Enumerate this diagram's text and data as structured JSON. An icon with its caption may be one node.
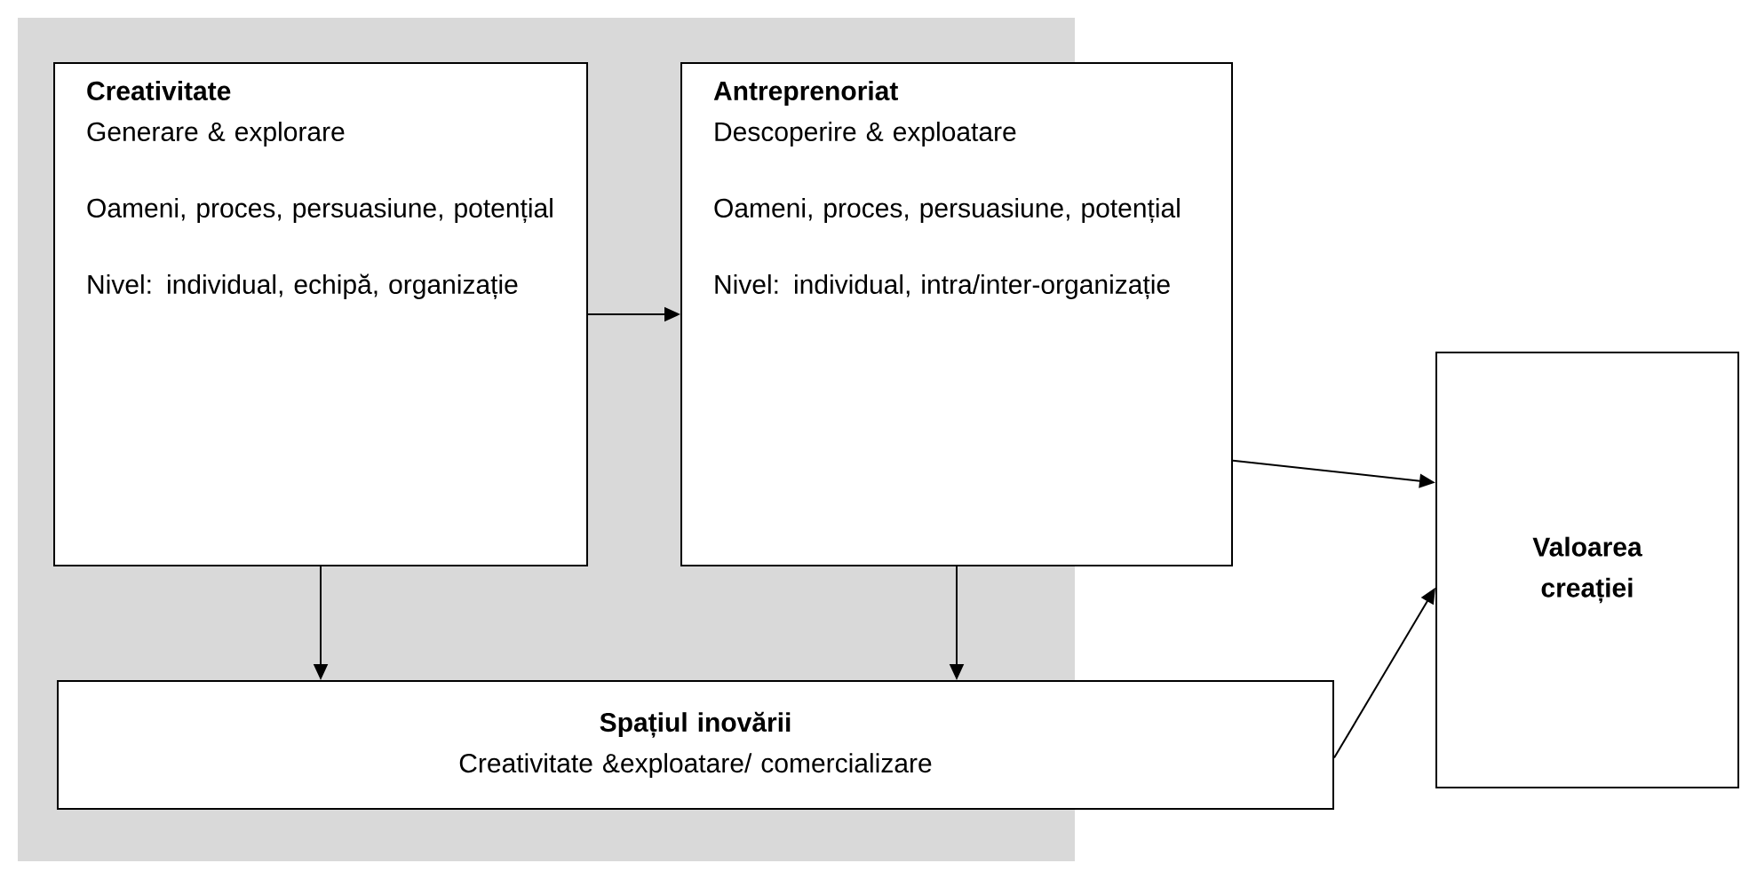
{
  "diagram": {
    "nodes": [
      {
        "text": [
          "Creativitate",
          "Generare & explorare",
          "Oameni, proces, persuasiune, potențial",
          "Nivel: individual, echipă, organizație"
        ]
      },
      {
        "text": [
          "Antreprenoriat",
          "Descoperire & exploatare",
          "Oameni, proces, persuasiune, potențial",
          "Nivel: individual, intra/inter-organizație"
        ]
      },
      {
        "text": [
          "Spațiul inovării",
          "Creativitate &exploatare/ comercializare"
        ]
      },
      {
        "text": [
          "Valoarea creației"
        ]
      }
    ],
    "edges": [
      {
        "from": 0,
        "to": 1,
        "arrow": "to"
      },
      {
        "from": 0,
        "to": 2,
        "arrow": "to"
      },
      {
        "from": 1,
        "to": 2,
        "arrow": "to"
      },
      {
        "from": 1,
        "to": 3,
        "arrow": "to"
      },
      {
        "from": 2,
        "to": 3,
        "arrow": "to"
      }
    ]
  }
}
